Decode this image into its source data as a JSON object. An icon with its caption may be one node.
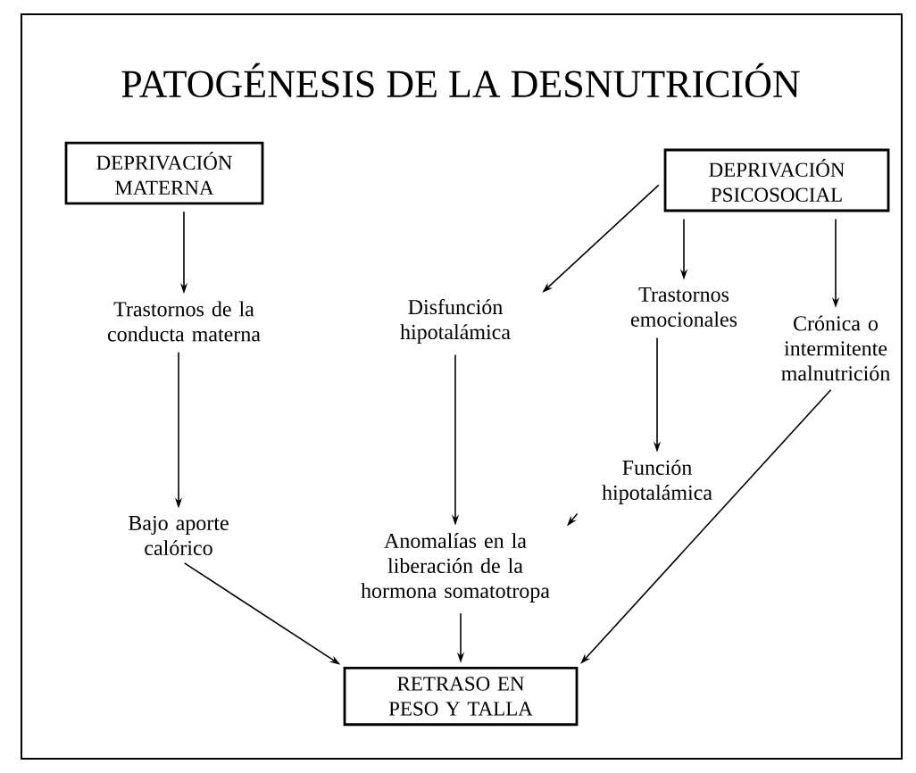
{
  "diagram": {
    "title": "PATOGÉNESIS DE LA DESNUTRICIÓN",
    "nodes": [
      {
        "text": [
          "DEPRIVACIÓN MATERNA"
        ]
      },
      {
        "text": [
          "DEPRIVACIÓN PSICOSOCIAL"
        ]
      },
      {
        "text": [
          "Trastornos de la conducta materna"
        ]
      },
      {
        "text": [
          "Disfunción hipotalámica"
        ]
      },
      {
        "text": [
          "Trastornos emocionales"
        ]
      },
      {
        "text": [
          "Crónica o intermitente malnutrición"
        ]
      },
      {
        "text": [
          "Función hipotalámica"
        ]
      },
      {
        "text": [
          "Bajo aporte calórico"
        ]
      },
      {
        "text": [
          "Anomalías en la liberación de la hormona somatotropa"
        ]
      },
      {
        "text": [
          "RETRASO EN PESO Y TALLA"
        ]
      }
    ],
    "edges": [
      {
        "from": 0,
        "to": 2,
        "arrow": "to"
      },
      {
        "from": 1,
        "to": 3,
        "arrow": "to"
      },
      {
        "from": 1,
        "to": 4,
        "arrow": "to"
      },
      {
        "from": 1,
        "to": 5,
        "arrow": "to"
      },
      {
        "from": 2,
        "to": 7,
        "arrow": "to"
      },
      {
        "from": 3,
        "to": 8,
        "arrow": "to"
      },
      {
        "from": 4,
        "to": 6,
        "arrow": "to"
      },
      {
        "from": 6,
        "to": 8,
        "arrow": "to"
      },
      {
        "from": 7,
        "to": 9,
        "arrow": "to"
      },
      {
        "from": 8,
        "to": 9,
        "arrow": "to"
      },
      {
        "from": 5,
        "to": 9,
        "arrow": "to"
      }
    ]
  }
}
